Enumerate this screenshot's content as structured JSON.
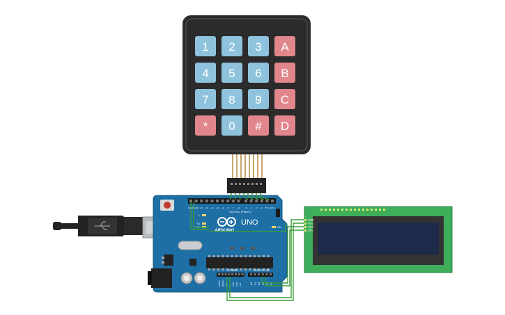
{
  "keypad": {
    "keys": [
      [
        "1",
        "2",
        "3",
        "A"
      ],
      [
        "4",
        "5",
        "6",
        "B"
      ],
      [
        "7",
        "8",
        "9",
        "C"
      ],
      [
        "*",
        "0",
        "#",
        "D"
      ]
    ],
    "colors": {
      "body": "#2b2b2b",
      "bezel": "#4a4a4a",
      "digit_key": "#8fc3dd",
      "letter_key": "#e1868c",
      "ribbon": "#c9a66b"
    }
  },
  "arduino": {
    "logo_text": "ARDUINO",
    "model": "UNO",
    "digital_label": "DIGITAL (PWM~)",
    "power_label": "POWER",
    "analog_label": "ANALOG IN",
    "tx_label": "TX",
    "rx_label": "RX",
    "l_label": "L",
    "on_label": "ON",
    "analog_pins": [
      "A0",
      "A1",
      "A2",
      "A3",
      "A4",
      "A5"
    ],
    "power_pins": [
      "IOREF",
      "RESET",
      "3V3",
      "5V",
      "GND",
      "GND",
      "VIN"
    ],
    "digital_pins": [
      "AREF",
      "GND",
      "13",
      "12",
      "~11",
      "~10",
      "~9",
      "8",
      "7",
      "~6",
      "~5",
      "4",
      "~3",
      "2",
      "TX 1",
      "RX 0"
    ],
    "colors": {
      "board": "#1d6fa5",
      "usb": "#b8bcc0",
      "chip": "#222222",
      "reset": "#c0392b"
    }
  },
  "lcd": {
    "pins": [
      "GND",
      "VCC",
      "SDA",
      "SCL"
    ],
    "colors": {
      "pcb": "#3fae5b",
      "screen": "#1e2a4a",
      "bezel": "#333333"
    }
  },
  "wire_color": "#3b9c3b"
}
